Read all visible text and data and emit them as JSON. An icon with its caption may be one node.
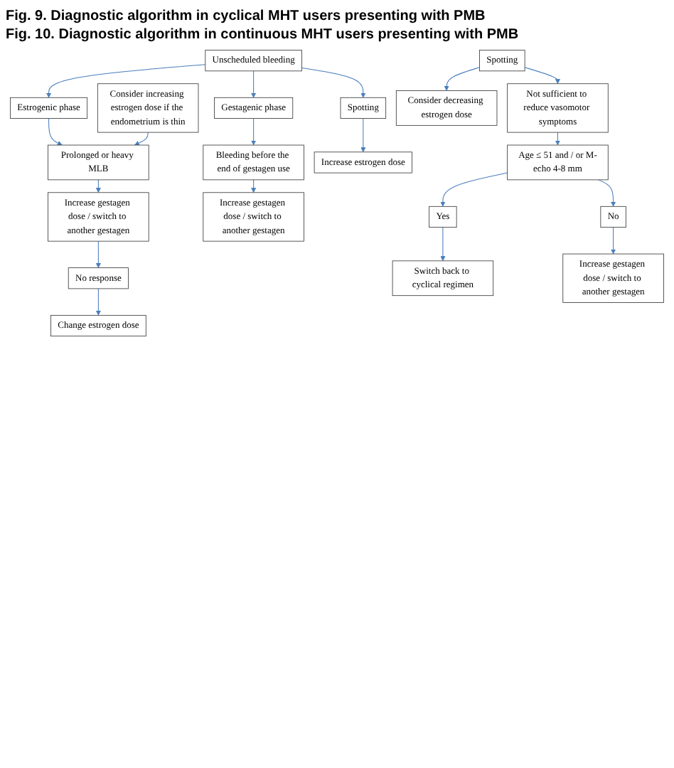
{
  "diagram": {
    "title": "Fig. 9. Diagnostic algorithm in cyclical MHT users presenting with PMB",
    "nodes": [
      {
        "text": [
          "Unscheduled bleeding"
        ]
      },
      {
        "text": [
          "Estrogenic phase"
        ]
      },
      {
        "text": [
          "Gestagenic phase"
        ]
      },
      {
        "text": [
          "Spotting"
        ]
      },
      {
        "text": [
          "Prolonged or heavy MLB"
        ]
      },
      {
        "text": [
          "Bleeding before the end of gestagen use"
        ]
      },
      {
        "text": [
          "Increase estrogen dose"
        ]
      },
      {
        "text": [
          "Consider increasing estrogen dose if the endometrium is thin"
        ]
      },
      {
        "text": [
          "Increase gestagen dose / switch to another gestagen"
        ]
      },
      {
        "text": [
          "Increase gestagen dose / switch to another gestagen"
        ]
      },
      {
        "text": [
          "No response"
        ]
      },
      {
        "text": [
          "Change estrogen dose"
        ]
      },
      {
        "text": [
          "Spotting"
        ]
      },
      {
        "text": [
          "Consider decreasing estrogen dose"
        ]
      },
      {
        "text": [
          "Not sufficient to reduce vasomotor symptoms"
        ]
      },
      {
        "text": [
          "Age ≤ 51 and / or M-echo 4-8 mm"
        ]
      },
      {
        "text": [
          "Yes"
        ]
      },
      {
        "text": [
          "No"
        ]
      },
      {
        "text": [
          "Switch back to cyclical regimen"
        ]
      },
      {
        "text": [
          "Increase gestagen dose / switch to another gestagen"
        ]
      }
    ],
    "edges": [
      {
        "from": 0,
        "to": 1,
        "arrow": "to"
      },
      {
        "from": 0,
        "to": 2,
        "arrow": "to"
      },
      {
        "from": 0,
        "to": 3,
        "arrow": "to"
      },
      {
        "from": 1,
        "to": 4,
        "arrow": "to"
      },
      {
        "from": 2,
        "to": 5,
        "arrow": "to"
      },
      {
        "from": 3,
        "to": 6,
        "arrow": "to"
      },
      {
        "from": 7,
        "to": 4,
        "arrow": "to"
      },
      {
        "from": 4,
        "to": 8,
        "arrow": "to"
      },
      {
        "from": 5,
        "to": 9,
        "arrow": "to"
      },
      {
        "from": 8,
        "to": 10,
        "arrow": "to"
      },
      {
        "from": 10,
        "to": 11,
        "arrow": "to"
      },
      {
        "from": 12,
        "to": 13,
        "arrow": "to"
      },
      {
        "from": 12,
        "to": 14,
        "arrow": "to"
      },
      {
        "from": 14,
        "to": 15,
        "arrow": "to"
      },
      {
        "from": 15,
        "to": 16,
        "arrow": "to"
      },
      {
        "from": 15,
        "to": 17,
        "arrow": "to"
      },
      {
        "from": 16,
        "to": 18,
        "arrow": "to"
      },
      {
        "from": 17,
        "to": 19,
        "arrow": "to"
      }
    ],
    "labels": [
      "Fig. 10. Diagnostic algorithm in continuous MHT users presenting with PMB"
    ]
  }
}
